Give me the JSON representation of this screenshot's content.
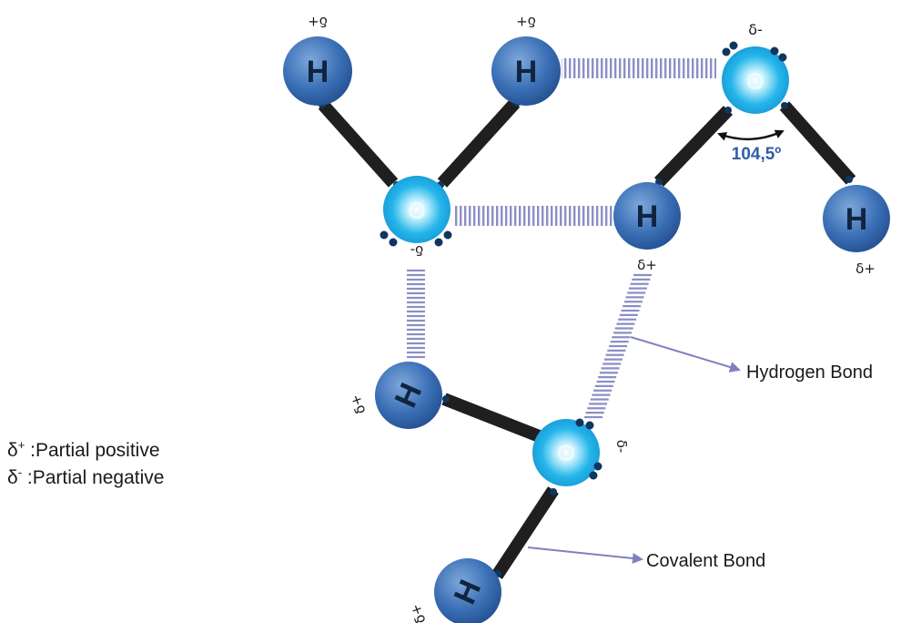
{
  "atoms": {
    "hydrogen_symbol": "H",
    "oxygen_symbol": "O"
  },
  "charges": {
    "partial_positive_flipped": "+δ",
    "partial_negative_flipped": "-δ",
    "partial_positive": "δ+",
    "partial_negative": "δ-"
  },
  "angle": {
    "value": "104,5º"
  },
  "labels": {
    "hydrogen_bond": "Hydrogen Bond",
    "covalent_bond": "Covalent Bond"
  },
  "legend": {
    "positive_symbol": "δ",
    "positive_sup": "+",
    "positive_text": " :Partial positive",
    "negative_symbol": "δ",
    "negative_sup": "-",
    "negative_text": " :Partial negative"
  },
  "colors": {
    "hydrogen_atom": "#3a6fb5",
    "oxygen_atom": "#25b6ea",
    "covalent_bond": "#1f1f1f",
    "hydrogen_bond": "#8b8fc4",
    "arrow": "#8080bf",
    "angle_text": "#2e5fa8",
    "lone_pair": "#10355e"
  }
}
